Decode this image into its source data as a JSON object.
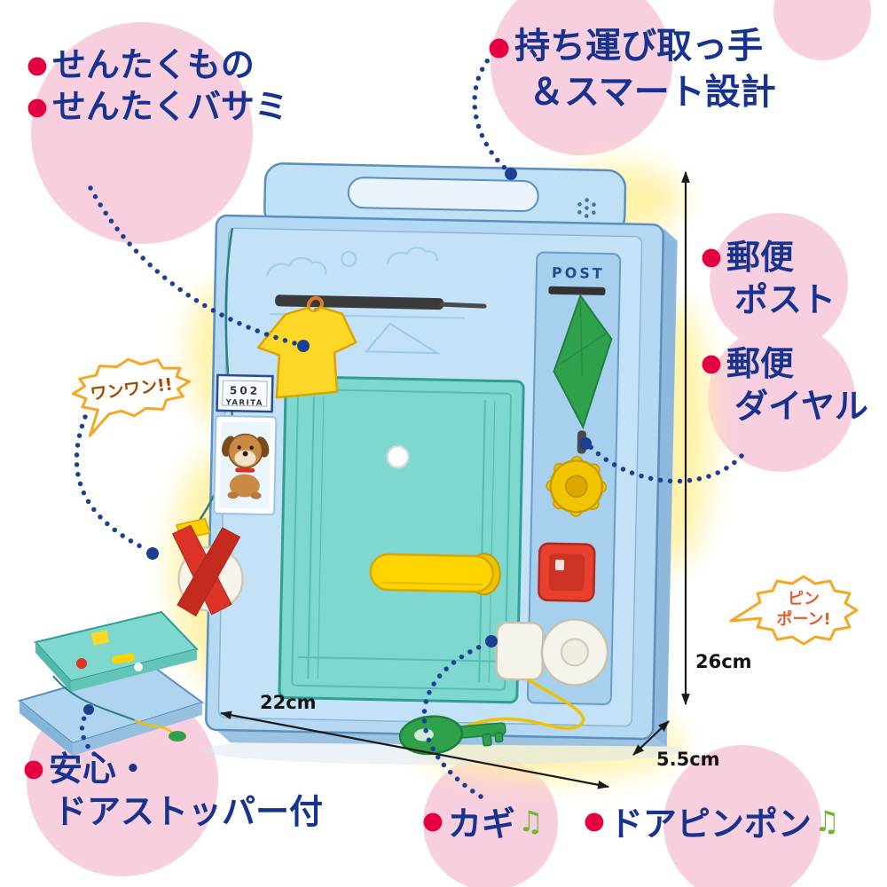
{
  "bullet": "●",
  "labels": {
    "laundry": {
      "line1": "せんたくもの",
      "line2": "せんたくバサミ"
    },
    "carry": {
      "line1": "持ち運び取っ手",
      "line2": "＆スマート設計"
    },
    "mail_post": {
      "line1": "郵便",
      "line2": "ポスト"
    },
    "mail_dial": {
      "line1": "郵便",
      "line2": "ダイヤル"
    },
    "door_stopper": {
      "line1": "安心・",
      "line2": "ドアストッパー付"
    },
    "key": {
      "text": "カギ",
      "note": "♫"
    },
    "door_bell": {
      "text": "ドアピンポン",
      "note": "♫"
    }
  },
  "speech": {
    "dog_bark": "ワンワン!!",
    "bell_line1": "ピン",
    "bell_line2": "ポーン!"
  },
  "dimensions": {
    "width": "22cm",
    "height": "26cm",
    "depth": "5.5cm"
  },
  "toy": {
    "post_label": "POST",
    "nameplate_number": "502",
    "nameplate_name": "YARITA"
  },
  "colors": {
    "accent_blue": "#17338f",
    "accent_red": "#e50043",
    "blob_pink": "#f8cfde",
    "body_blue": "#b5d9f2",
    "door_teal": "#7fd8cf",
    "highlight_yellow": "#ffd400",
    "bubble_outline": "#f5a623",
    "connector_blue": "#1c3f94"
  }
}
